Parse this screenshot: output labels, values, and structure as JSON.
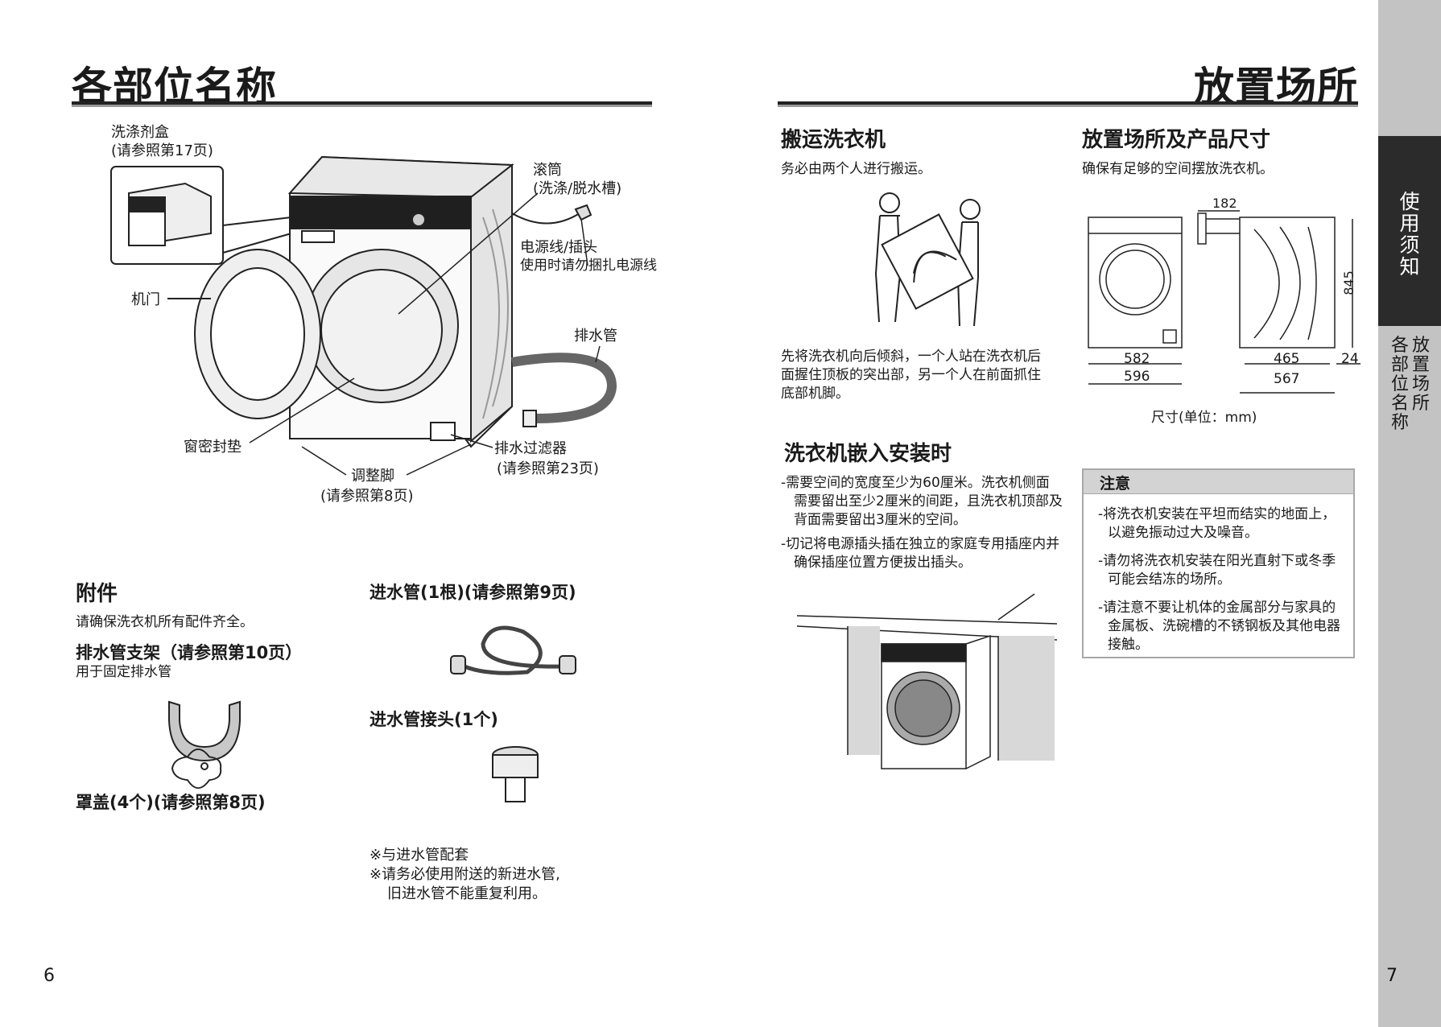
{
  "left_page": {
    "title": "各部位名称",
    "parts": {
      "detergent_box": "洗涤剂盒",
      "detergent_box_ref": "(请参照第17页)",
      "drum": "滚筒",
      "drum_sub": "(洗涤/脱水槽)",
      "power_cord": "电源线/插头",
      "power_cord_note": "使用时请勿捆扎电源线",
      "door": "机门",
      "drain_hose": "排水管",
      "door_seal": "窗密封垫",
      "drain_filter": "排水过滤器",
      "drain_filter_ref": "(请参照第23页)",
      "adjust_feet": "调整脚",
      "adjust_feet_ref": "(请参照第8页)"
    },
    "accessories": {
      "heading": "附件",
      "intro": "请确保洗衣机所有配件齐全。",
      "bracket_title": "排水管支架（请参照第10页）",
      "bracket_desc": "用于固定排水管",
      "cap_title": "罩盖(4个)(请参照第8页)",
      "inlet_hose_title": "进水管(1根)(请参照第9页)",
      "connector_title": "进水管接头(1个)",
      "note1": "※与进水管配套",
      "note2": "※请务必使用附送的新进水管,",
      "note3": "旧进水管不能重复利用。"
    },
    "page_number": "6"
  },
  "right_page": {
    "title": "放置场所",
    "transport": {
      "heading": "搬运洗衣机",
      "intro": "务必由两个人进行搬运。",
      "desc_lines": [
        "先将洗衣机向后倾斜，一个人站在洗衣机后",
        "面握住顶板的突出部，另一个人在前面抓住",
        "底部机脚。"
      ]
    },
    "builtin": {
      "heading": "洗衣机嵌入安装时",
      "bullets": [
        "-需要空间的宽度至少为60厘米。洗衣机侧面需要留出至少2厘米的间距，且洗衣机顶部及背面需要留出3厘米的空间。",
        "-切记将电源插头插在独立的家庭专用插座内并确保插座位置方便拔出插头。"
      ]
    },
    "placement": {
      "heading": "放置场所及产品尺寸",
      "intro": "确保有足够的空间摆放洗衣机。",
      "dimensions": {
        "d182": "182",
        "d845": "845",
        "d582": "582",
        "d596": "596",
        "d465": "465",
        "d567": "567",
        "d24": "24"
      },
      "unit_caption": "尺寸(单位：mm)"
    },
    "caution": {
      "heading": "注意",
      "items": [
        "-将洗衣机安装在平坦而结实的地面上，以避免振动过大及噪音。",
        "-请勿将洗衣机安装在阳光直射下或冬季可能会结冻的场所。",
        "-请注意不要让机体的金属部分与家具的金属板、洗碗槽的不锈钢板及其他电器接触。"
      ]
    },
    "page_number": "7"
  },
  "sidebar": {
    "active_tab": "使用须知",
    "sub_col1": "各部位名称",
    "sub_col2": "放置场所"
  }
}
